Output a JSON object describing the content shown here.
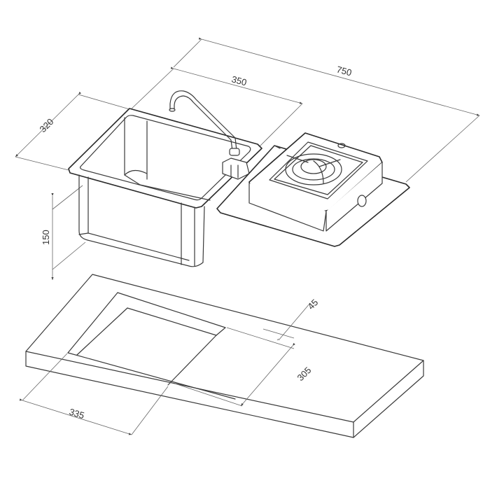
{
  "drawing": {
    "title": "Sink and single-burner hob combination with countertop cutout",
    "components": [
      "sink-basin",
      "faucet",
      "hinge-bracket",
      "gas-burner-hob",
      "mounting-plate",
      "countertop"
    ],
    "units": "mm",
    "line_color": "#3a3a3a",
    "background": "#ffffff"
  },
  "dimensions": {
    "overall_length": "750",
    "sink_length": "350",
    "sink_width": "320",
    "sink_depth": "150",
    "cutout_offset": "45",
    "cutout_width": "305",
    "cutout_length": "335"
  }
}
